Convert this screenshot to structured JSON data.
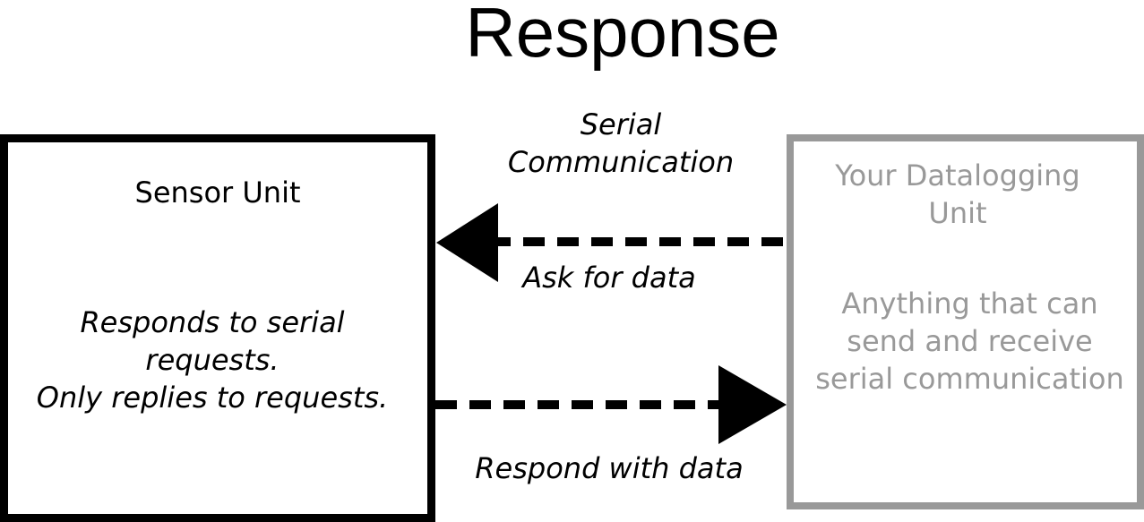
{
  "title": "Response",
  "sensor_unit": {
    "name": "Sensor Unit",
    "description": [
      "Responds to serial",
      "requests.",
      "Only replies to requests."
    ]
  },
  "datalogging_unit": {
    "name": [
      "Your Datalogging",
      "Unit"
    ],
    "description": [
      "Anything that can",
      "send and receive",
      "serial communication"
    ],
    "color": "#999999"
  },
  "connection": {
    "label": [
      "Serial",
      "Communication"
    ],
    "request_label": "Ask for data",
    "response_label": "Respond with data"
  }
}
